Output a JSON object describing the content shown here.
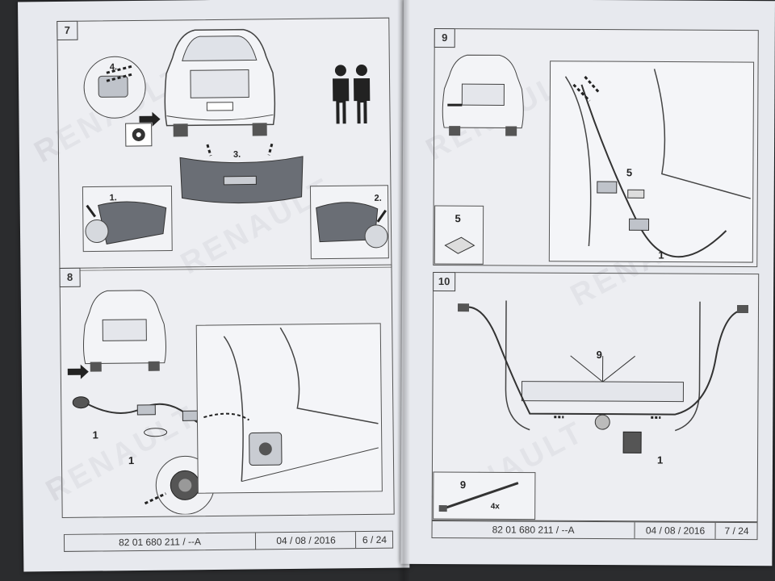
{
  "watermark": "RENAULT",
  "left_page": {
    "step7": {
      "number": "7",
      "callouts": {
        "unclip_label": "4.",
        "lower_label": "3.",
        "left_clip_label": "1.",
        "right_clip_label": "2."
      }
    },
    "step8": {
      "number": "8",
      "callouts": {
        "grommet_label": "1",
        "grommet_detail_label": "1"
      }
    },
    "footer": {
      "part_number": "82 01 680 211 / --A",
      "date": "04 / 08 / 2016",
      "page": "6 / 24"
    }
  },
  "right_page": {
    "step9": {
      "number": "9",
      "callouts": {
        "pad_label": "5",
        "connector_label": "1",
        "inset_pad_label": "5"
      }
    },
    "step10": {
      "number": "10",
      "callouts": {
        "ties_label": "9",
        "socket_label": "1",
        "tie_inset_label": "9",
        "tie_quantity": "4x"
      }
    },
    "footer": {
      "part_number": "82 01 680 211 / --A",
      "date": "04 / 08 / 2016",
      "page": "7 / 24"
    }
  }
}
